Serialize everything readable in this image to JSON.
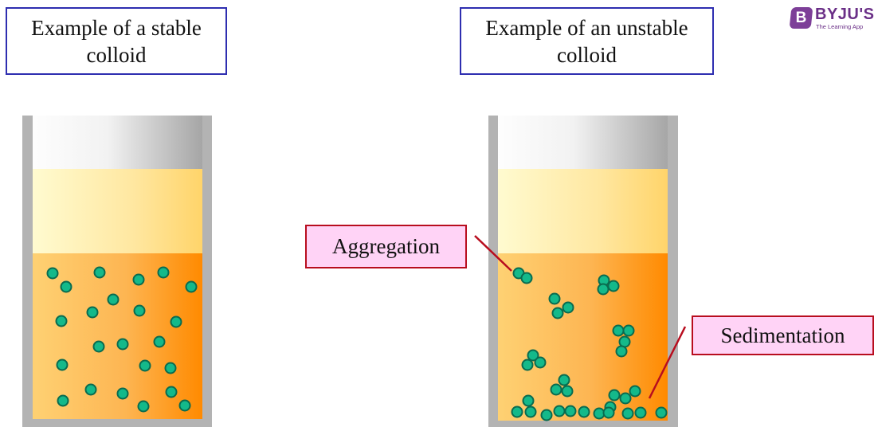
{
  "titles": {
    "stable": "Example of a stable colloid",
    "unstable": "Example of an unstable colloid"
  },
  "callouts": {
    "aggregation": "Aggregation",
    "sedimentation": "Sedimentation"
  },
  "logo": {
    "name": "BYJU'S",
    "tagline": "The Learning App",
    "badge_letter": "B"
  },
  "colors": {
    "title_border": "#2e2eb0",
    "callout_border": "#b80d1e",
    "callout_fill": "#ffd3f6",
    "particle_fill": "#14b98a",
    "particle_stroke": "#0a6b4f",
    "liquid_light": "#fff5c4",
    "liquid_dark_left": "#fed173",
    "liquid_dark_right": "#ff8a00",
    "container_wall": "#b3b3b3",
    "brand": "#7d3f98"
  }
}
